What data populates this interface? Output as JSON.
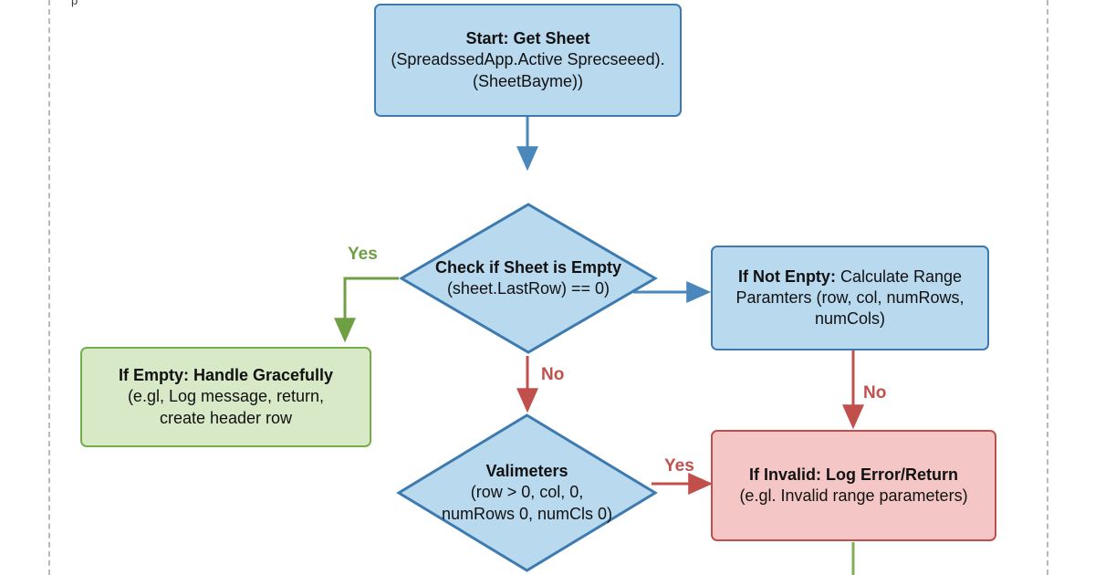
{
  "diagram": {
    "type": "flowchart",
    "title_fragment": "p",
    "background": "#ffffff",
    "palette": {
      "blue_fill": "#b9d9ef",
      "blue_stroke": "#3d7ab0",
      "green_fill": "#d8e9c7",
      "green_stroke": "#76ad4c",
      "red_fill": "#f4c7c6",
      "red_stroke": "#be4f4c",
      "guide_dash": "#b9b9bd",
      "yes_green": "#6f9f43",
      "no_red": "#c1504c"
    },
    "nodes": [
      {
        "id": "start",
        "shape": "rect",
        "color": "blue",
        "bold_line": "Start: Get Sheet",
        "lines": [
          "(SpreadssedApp.Active Sprecseeed).",
          "(SheetBayme))"
        ]
      },
      {
        "id": "check-empty",
        "shape": "diamond",
        "color": "blue",
        "bold_line": "Check if Sheet is Empty",
        "lines": [
          "(sheet.LastRow) == 0)"
        ]
      },
      {
        "id": "if-empty",
        "shape": "rect",
        "color": "green",
        "bold_line": "If Empty: Handle Gracefully",
        "lines": [
          "(e.gl, Log message, return,",
          "create header row"
        ]
      },
      {
        "id": "if-not-empty",
        "shape": "rect",
        "color": "blue",
        "bold_line": "If Not Enpty:",
        "inline_tail": " Calculate Range",
        "lines": [
          "Paramters (row, col, numRows,",
          "numCols)"
        ]
      },
      {
        "id": "validate",
        "shape": "diamond",
        "color": "blue",
        "bold_line": "Valimeters",
        "lines": [
          "(row > 0, col, 0,",
          "numRows 0, numCls 0)"
        ]
      },
      {
        "id": "if-invalid",
        "shape": "rect",
        "color": "red",
        "bold_line": "If Invalid: Log Error/Return",
        "lines": [
          "(e.gl. Invalid range parameters)"
        ]
      }
    ],
    "edges": [
      {
        "id": "start-to-check",
        "from": "start",
        "to": "check-empty",
        "label": "",
        "color": "blue"
      },
      {
        "id": "check-yes-to-empty",
        "from": "check-empty",
        "to": "if-empty",
        "label": "Yes",
        "color": "green"
      },
      {
        "id": "check-no-to-validate",
        "from": "check-empty",
        "to": "validate",
        "label": "No",
        "color": "red"
      },
      {
        "id": "check-to-not-empty",
        "from": "check-empty",
        "to": "if-not-empty",
        "label": "",
        "color": "blue"
      },
      {
        "id": "not-empty-no-to-invalid",
        "from": "if-not-empty",
        "to": "if-invalid",
        "label": "No",
        "color": "red"
      },
      {
        "id": "validate-yes-to-invalid",
        "from": "validate",
        "to": "if-invalid",
        "label": "Yes",
        "color": "red"
      },
      {
        "id": "invalid-down",
        "from": "if-invalid",
        "to": "offscreen-below",
        "label": "",
        "color": "green"
      }
    ],
    "edge_labels": {
      "yes_left": "Yes",
      "no_down": "No",
      "no_right": "No",
      "yes_right": "Yes"
    }
  }
}
